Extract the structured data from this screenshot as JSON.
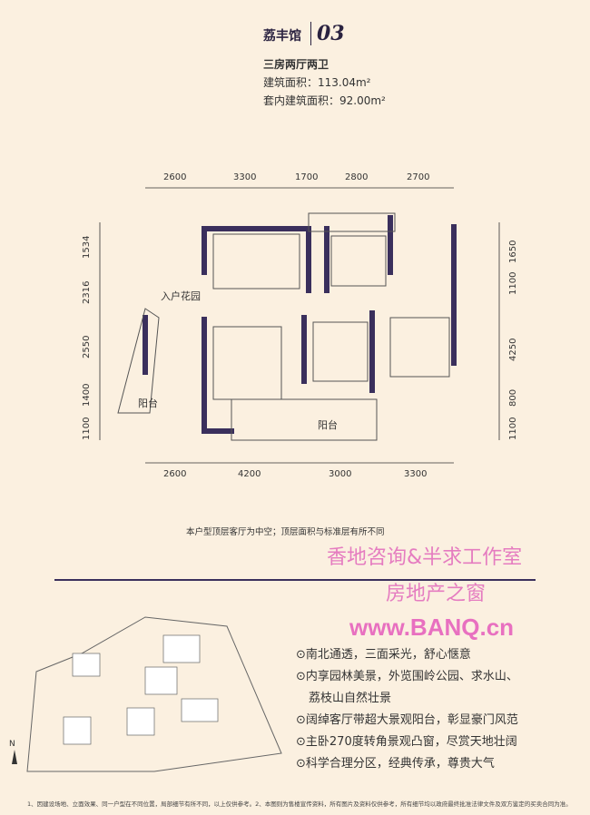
{
  "header": {
    "building": "荔丰馆",
    "unit": "03"
  },
  "unit_info": {
    "type": "三房两厅两卫",
    "gross_area": "建筑面积：113.04m²",
    "net_area": "套内建筑面积：92.00m²"
  },
  "dimensions": {
    "top": [
      "2600",
      "3300",
      "1700",
      "2800",
      "2700"
    ],
    "bottom": [
      "2600",
      "4200",
      "3000",
      "3300"
    ],
    "left": [
      "1534",
      "2316",
      "2550",
      "1400",
      "1100"
    ],
    "right": [
      "1650",
      "1100",
      "4250",
      "800",
      "1100"
    ]
  },
  "room_labels": {
    "entry_garden": "入户花园",
    "balcony_left": "阳台",
    "balcony_bottom": "阳台"
  },
  "note": "本户型顶层客厅为中空；顶层面积与标准层有所不同",
  "watermark": {
    "line1": "香地咨询&半求工作室",
    "line2": "房地产之窗",
    "url": "www.BANQ.cn"
  },
  "features": [
    "南北通透，三面采光，舒心惬意",
    "内享园林美景，外览围岭公园、求水山、",
    "荔枝山自然壮景",
    "阔绰客厅带超大景观阳台，彰显豪门风范",
    "主卧270度转角景观凸窗，尽赏天地壮阔",
    "科学合理分区，经典传承，尊贵大气"
  ],
  "compass": "N",
  "footer": "1、因建设场地、立面效果、同一户型在不同位置，局部细节有所不同，以上仅供参考。2、本图则为售楼宣传资料，所有图片及资料仅供参考，所有细节均以政府最终批准法律文件及双方鉴定的买卖合同为准。"
}
